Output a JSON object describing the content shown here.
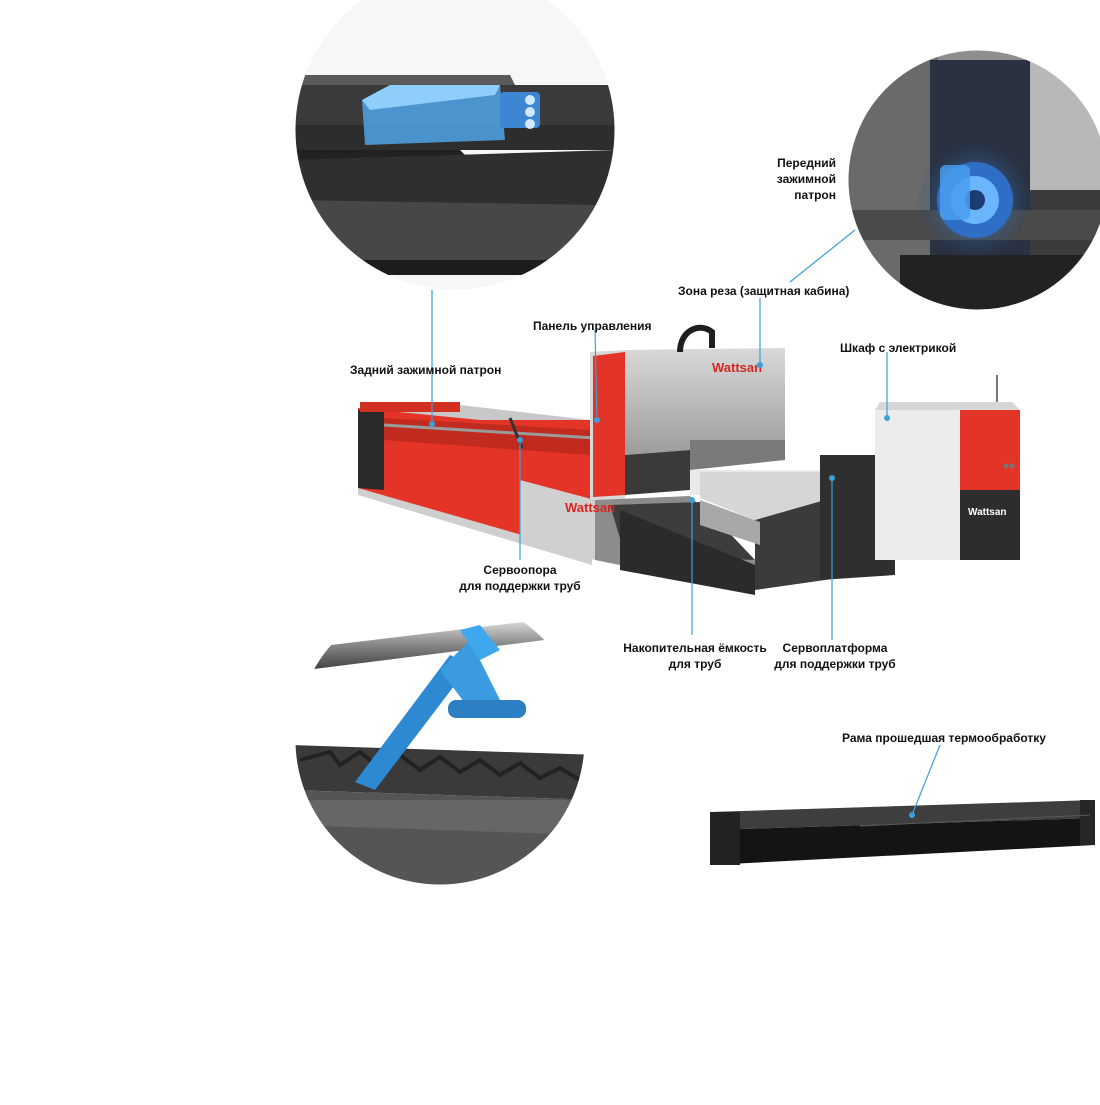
{
  "brand": {
    "logo_text": "Wattsan",
    "accent": "#e63027",
    "callout_line": "#3aa0d8",
    "dark": "#2b2b2b"
  },
  "callouts": {
    "rear_chuck": "Задний зажимной патрон",
    "control_panel": "Панель управления",
    "cutting_zone": "Зона реза (защитная кабина)",
    "front_chuck_l1": "Передний",
    "front_chuck_l2": "зажимной",
    "front_chuck_l3": "патрон",
    "electrical_cabinet": "Шкаф с электрикой",
    "servo_support_l1": "Сервоопора",
    "servo_support_l2": "для поддержки труб",
    "storage_tank_l1": "Накопительная ёмкость",
    "storage_tank_l2": "для труб",
    "servo_platform_l1": "Сервоплатформа",
    "servo_platform_l2": "для поддержки труб",
    "heat_treated_frame": "Рама прошедшая термообработку"
  }
}
